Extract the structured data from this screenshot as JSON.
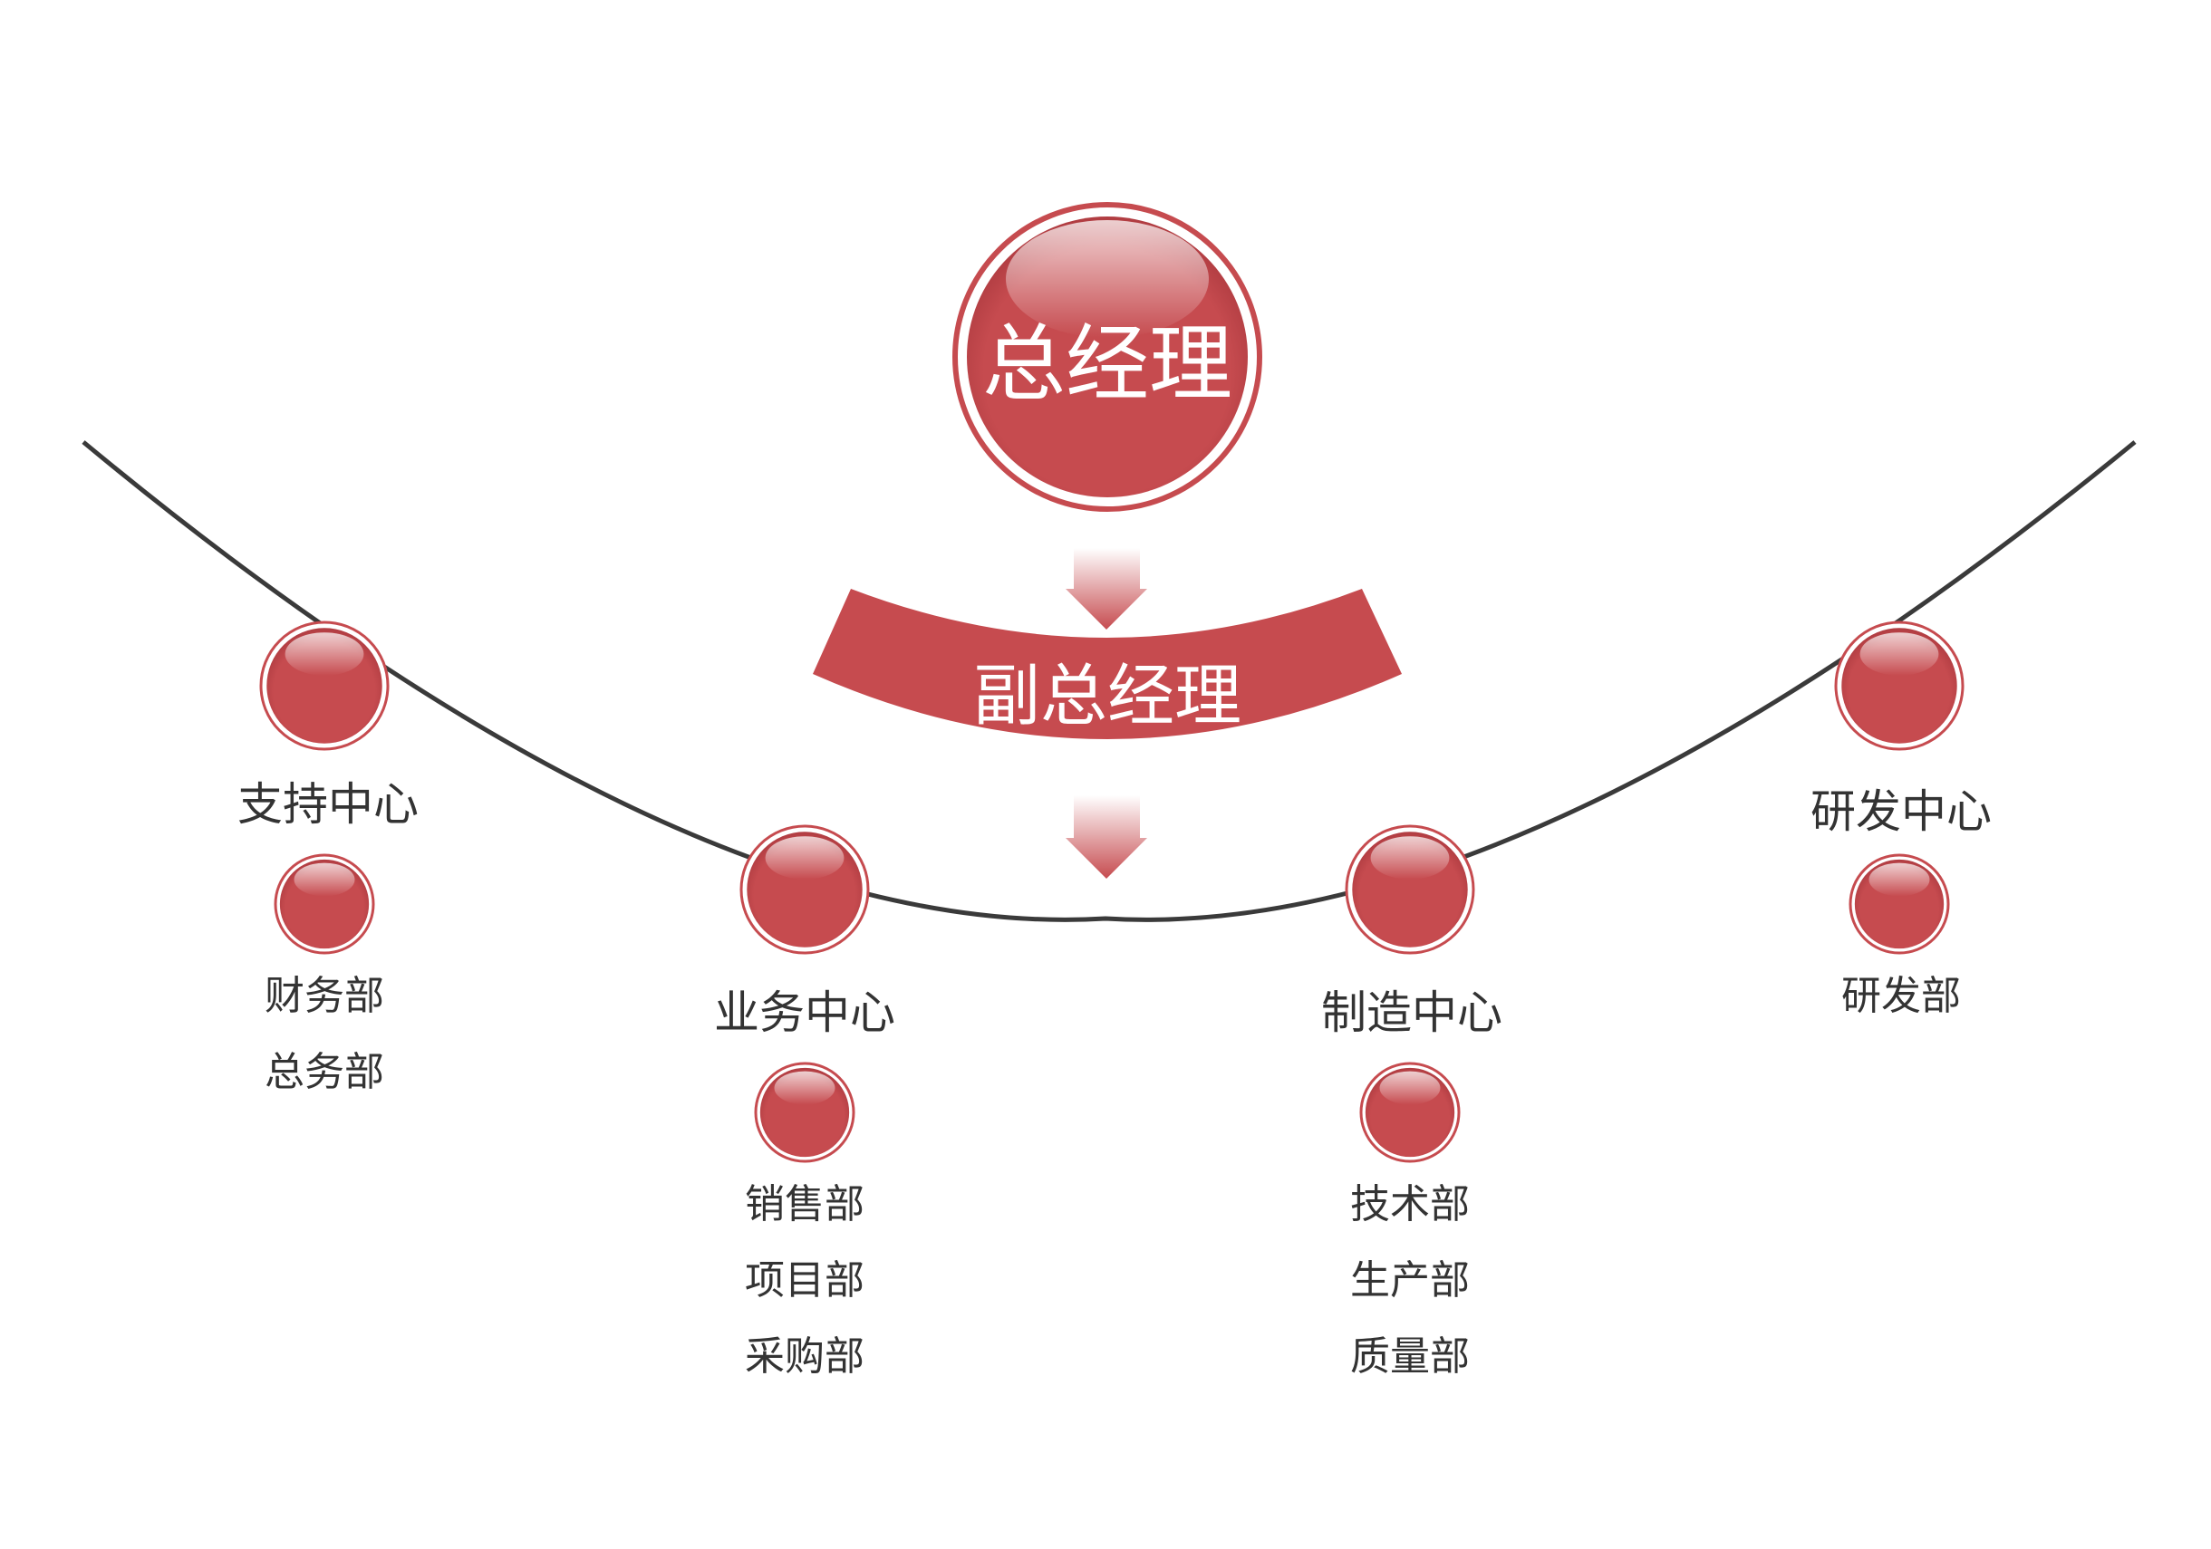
{
  "colors": {
    "accent": "#c64b4f",
    "line": "#3a3a3a",
    "text": "#333333"
  },
  "top": {
    "label": "总经理"
  },
  "vp": {
    "label": "副总经理"
  },
  "centers": [
    {
      "name": "支持中心",
      "depts": [
        "财务部",
        "总务部"
      ]
    },
    {
      "name": "业务中心",
      "depts": [
        "销售部",
        "项目部",
        "采购部"
      ]
    },
    {
      "name": "制造中心",
      "depts": [
        "技术部",
        "生产部",
        "质量部"
      ]
    },
    {
      "name": "研发中心",
      "depts": [
        "研发部"
      ]
    }
  ]
}
